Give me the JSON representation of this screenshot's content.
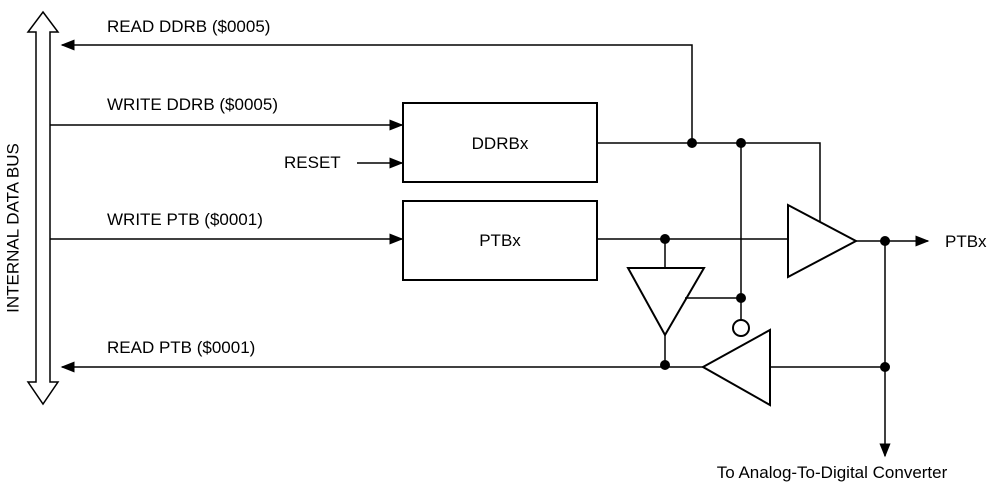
{
  "labels": {
    "bus": "INTERNAL DATA BUS",
    "read_ddrb": "READ DDRB ($0005)",
    "write_ddrb": "WRITE DDRB ($0005)",
    "reset": "RESET",
    "write_ptb": "WRITE PTB ($0001)",
    "read_ptb": "READ PTB ($0001)",
    "ddrbx": "DDRBx",
    "ptbx_box": "PTBx",
    "ptbx_pin": "PTBx",
    "adc": "To Analog-To-Digital Converter"
  }
}
